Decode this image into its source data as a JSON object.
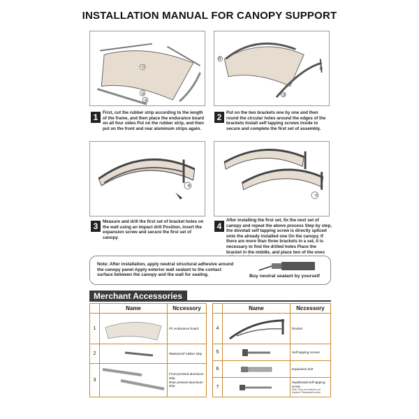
{
  "title": "INSTALLATION MANUAL FOR CANOPY SUPPORT",
  "steps": [
    {
      "num": "1",
      "text": "First, cut the rubber strip according to the length of the frame, and then place the endurance board on all four sides Put on the rubber strip, and then put on the front and rear aluminum strips again.",
      "callouts": [
        "①",
        "②",
        "③"
      ]
    },
    {
      "num": "2",
      "text": "Put on the two brackets one by one and then round the circular holes around the edges of the brackets Install self tapping screws inside to secure and complete the first set of assembly.",
      "callouts": [
        "④",
        "⑤",
        "⑤"
      ]
    },
    {
      "num": "3",
      "text": "Measure and drill the first set of bracket holes on the wall using an impact drill Position, insert the expansion screw and secure the first set of canopy.",
      "callouts": [
        "⑥"
      ]
    },
    {
      "num": "4",
      "text": "After installing the first set, fix the next set of canopy and repeat the above process Step by step, the dovetail self tapping screw is directly spliced onto the already installed one On the canopy. If there are more than three brackets in a set, it is necessary to find the drilled holes Place the bracket in the middle, and place two of the ones without holes",
      "callouts": [
        "⑦"
      ]
    }
  ],
  "note": {
    "text": "Note: After installation, apply neutral structural adhesive around the canopy panel Apply exterior wall sealant to the contact surface between the canopy and the wall for sealing.",
    "sealant_label": "Buy neutral sealant by yourself"
  },
  "accessories": {
    "header": "Merchant Accessories",
    "col_name": "Name",
    "col_necessory": "Nccessory",
    "left": [
      {
        "num": "1",
        "desc": "PC endurance board",
        "icon": "pc-board-icon"
      },
      {
        "num": "2",
        "desc": "Waterproof rubber strip",
        "icon": "rubber-strip-icon"
      },
      {
        "num": "3",
        "desc": "Front pressed aluminum strip\nRear pressed aluminum strip",
        "icon": "aluminum-strip-icon"
      }
    ],
    "right": [
      {
        "num": "4",
        "desc": "bracket",
        "icon": "bracket-icon"
      },
      {
        "num": "5",
        "desc": "Self tapping screws",
        "icon": "screw-icon"
      },
      {
        "num": "6",
        "desc": "Expansion bolt",
        "icon": "expansion-bolt-icon"
      },
      {
        "num": "7",
        "desc": "Swallowtail self tapping screw",
        "note": "Note: Only one bracket is not required / Swallowtail screws",
        "icon": "swallowtail-screw-icon"
      }
    ]
  }
}
